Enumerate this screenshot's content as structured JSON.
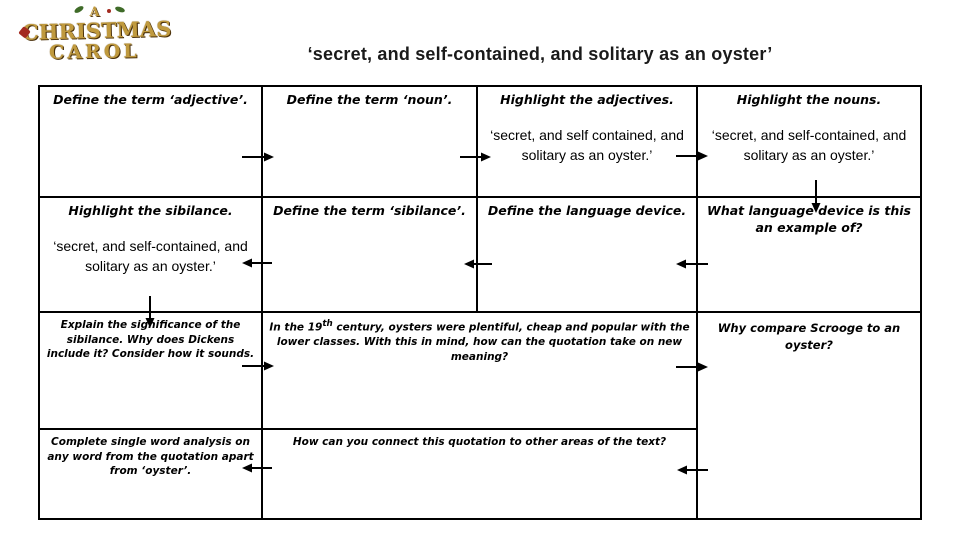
{
  "logo": {
    "a": "A",
    "christmas": "CHRISTMAS",
    "carol": "CAROL"
  },
  "title": "‘secret, and self-contained, and solitary as an oyster’",
  "colors": {
    "logo_gold": "#c09a3e",
    "holly_green": "#3f6b28",
    "berry_red": "#a32b20",
    "border": "#000000",
    "background": "#ffffff"
  },
  "grid": {
    "cells": {
      "r1c1": {
        "heading": "Define the term ‘adjective’."
      },
      "r1c2": {
        "heading": "Define the term ‘noun’."
      },
      "r1c3": {
        "heading": "Highlight the adjectives.",
        "quote": "‘secret, and self contained, and solitary as an oyster.’"
      },
      "r1c4": {
        "heading": "Highlight the nouns.",
        "quote": "‘secret, and self-contained, and solitary as an oyster.’"
      },
      "r2c1": {
        "heading": "Highlight the sibilance.",
        "quote": "‘secret, and self-contained, and solitary as an oyster.’"
      },
      "r2c2": {
        "heading": "Define the term ‘sibilance’."
      },
      "r2c3": {
        "heading": "Define the language device."
      },
      "r2c4": {
        "heading": "What language device is this an example of?"
      },
      "r3c1": {
        "heading": "Explain the significance of the sibilance. Why does Dickens include it? Consider how it sounds."
      },
      "r3c23": {
        "pre": "In the 19",
        "sup": "th",
        "post": " century, oysters were plentiful, cheap and popular with the lower classes. With this in mind, how can the quotation take on new meaning?"
      },
      "r3c4": {
        "heading": "Why compare Scrooge to an oyster?"
      },
      "r4c1": {
        "heading": "Complete single word analysis on any word from the quotation apart from ‘oyster’."
      },
      "r4c23": {
        "heading": "How can you connect this quotation to other areas of the text?"
      }
    }
  }
}
